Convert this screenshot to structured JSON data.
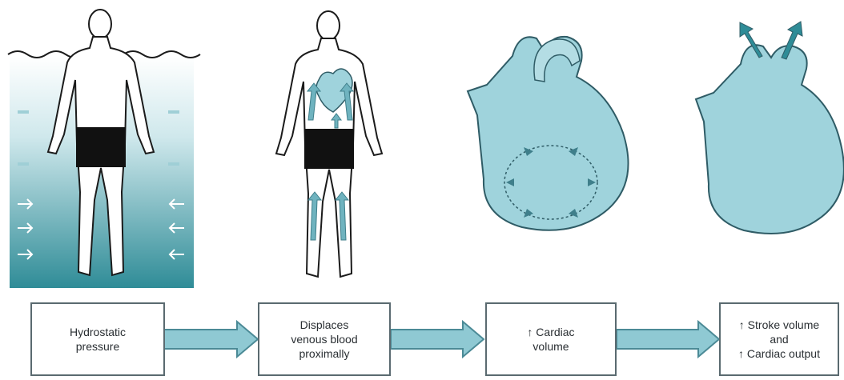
{
  "colors": {
    "water_light": "#dff1f3",
    "water_dark": "#2f8c97",
    "organ_fill": "#9fd3dc",
    "organ_stroke": "#2f5c66",
    "arrow_fill": "#8fc9d3",
    "arrow_stroke": "#4b8a96",
    "outline": "#1b1b1b"
  },
  "steps": [
    {
      "lines": [
        "Hydrostatic",
        "pressure"
      ]
    },
    {
      "lines": [
        "Displaces",
        "venous blood",
        "proximally"
      ]
    },
    {
      "lines": [
        "↑ Cardiac",
        "volume"
      ]
    },
    {
      "lines": [
        "↑ Stroke volume",
        "and",
        "↑ Cardiac output"
      ]
    }
  ]
}
